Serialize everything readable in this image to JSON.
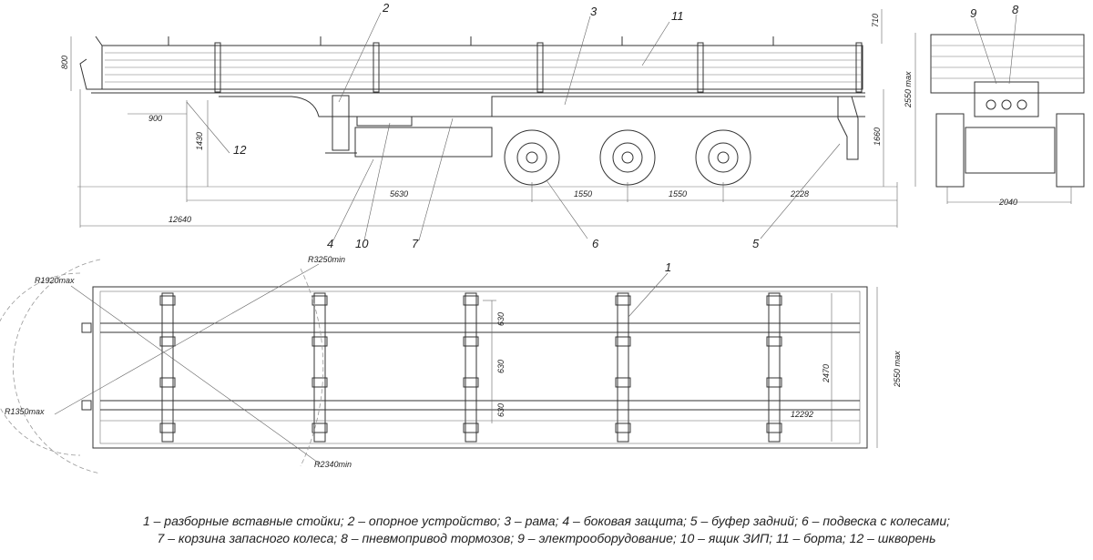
{
  "callouts": {
    "c1": "1",
    "c2": "2",
    "c3": "3",
    "c4": "4",
    "c5": "5",
    "c6": "6",
    "c7": "7",
    "c8": "8",
    "c9": "9",
    "c10": "10",
    "c11": "11",
    "c12": "12"
  },
  "dimensions": {
    "side_total_length": "12640",
    "side_kingpin_to_axle": "5630",
    "axle_spacing_1": "1550",
    "axle_spacing_2": "1550",
    "rear_overhang": "2228",
    "kingpin_offset": "900",
    "fifth_wheel_height": "1430",
    "side_board_height": "800",
    "rear_height": "1660",
    "stake_height": "710",
    "overall_height": "2550 max",
    "track_width": "2040",
    "platform_inner_width": "2470",
    "overall_width": "2550 max",
    "platform_inner_length": "12292",
    "stake_pitch_1": "630",
    "stake_pitch_2": "630",
    "stake_pitch_3": "630",
    "radius_r1920": "R1920max",
    "radius_r3250": "R3250min",
    "radius_r1350": "R1350max",
    "radius_r2340": "R2340min"
  },
  "legend": {
    "line1": "1 – разборные вставные стойки; 2 – опорное устройство; 3 – рама; 4 – боковая защита; 5 – буфер задний; 6 – подвеска с колесами;",
    "line2": "7 – корзина запасного колеса; 8 – пневмопривод тормозов; 9 – электрооборудование; 10 – ящик ЗИП; 11 – борта; 12 – шкворень"
  }
}
